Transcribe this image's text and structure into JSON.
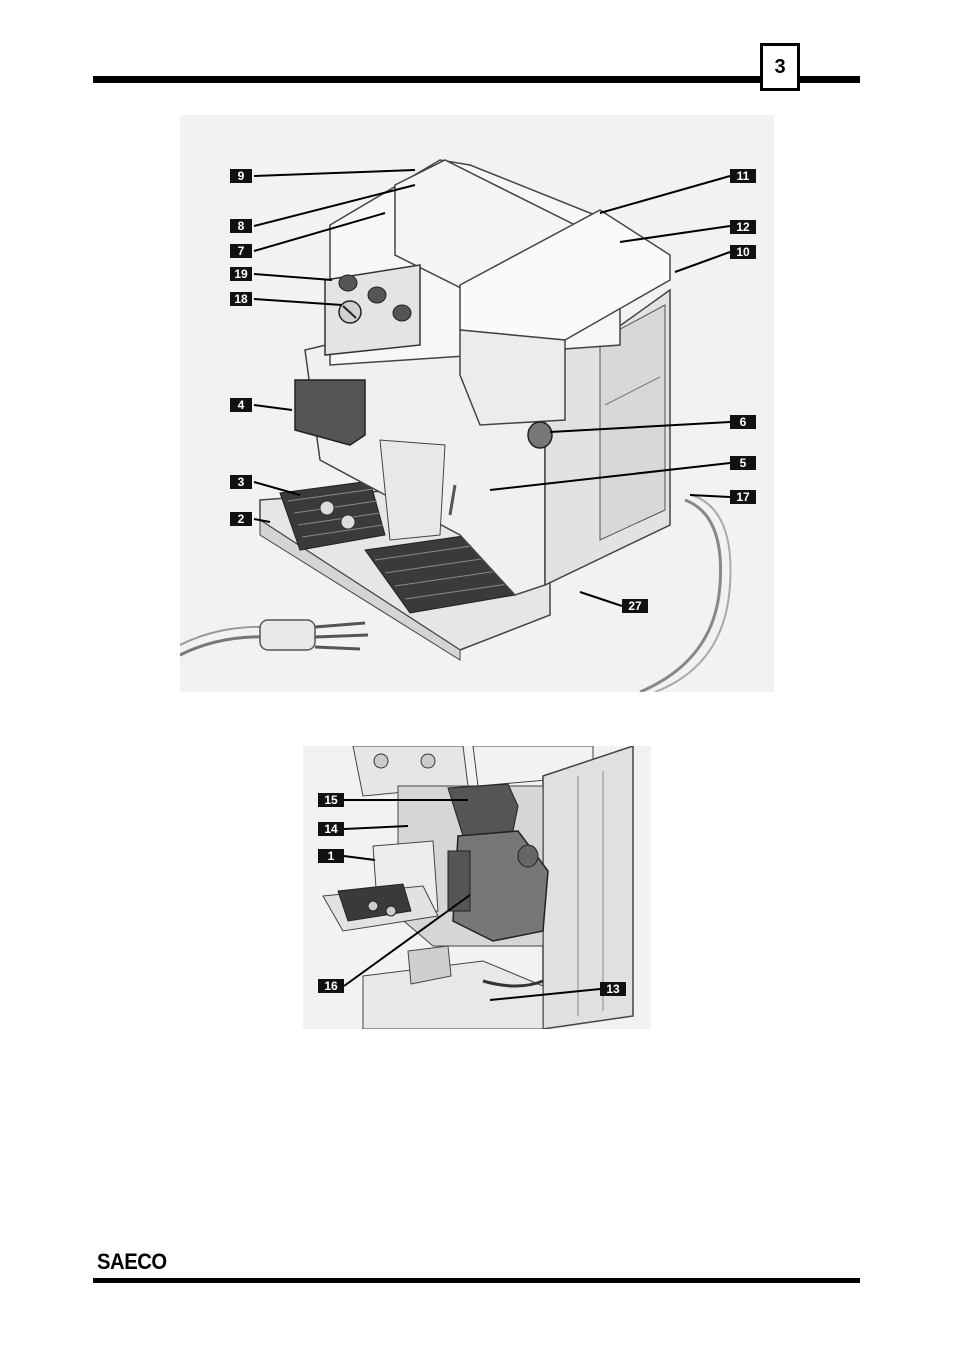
{
  "header": {
    "page_number": "3"
  },
  "footer": {
    "brand": "SAECO"
  },
  "figure_top": {
    "labels": {
      "l9": "9",
      "l8": "8",
      "l7": "7",
      "l19": "19",
      "l18": "18",
      "l4": "4",
      "l3": "3",
      "l2": "2",
      "l11": "11",
      "l12": "12",
      "l10": "10",
      "l6": "6",
      "l5": "5",
      "l17": "17",
      "l27": "27"
    }
  },
  "figure_bottom": {
    "labels": {
      "l15": "15",
      "l14": "14",
      "l1": "1",
      "l16": "16",
      "l13": "13"
    }
  }
}
